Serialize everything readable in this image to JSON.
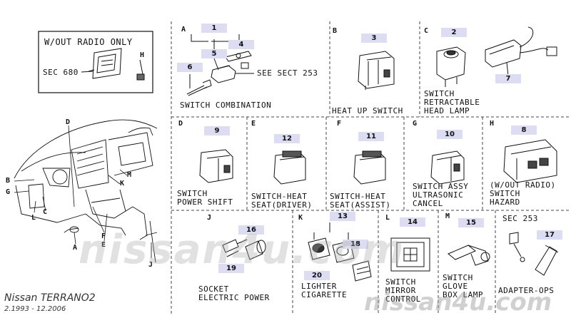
{
  "panels": {
    "radio": {
      "box_title": "W/OUT RADIO ONLY",
      "sec_ref": "SEC 680",
      "letter": "H"
    },
    "a": {
      "letter": "A",
      "nums": [
        "1",
        "5",
        "4",
        "6"
      ],
      "see": "SEE SECT 253",
      "title": "SWITCH COMBINATION"
    },
    "b": {
      "letter": "B",
      "num": "3",
      "title": "HEAT UP SWITCH"
    },
    "c": {
      "letter": "C",
      "nums": [
        "2",
        "7"
      ],
      "title": "SWITCH\nRETRACTABLE\nHEAD LAMP"
    },
    "d": {
      "letter": "D",
      "num": "9",
      "title": "SWITCH\nPOWER SHIFT"
    },
    "e": {
      "letter": "E",
      "num": "12",
      "title": "SWITCH-HEAT\nSEAT(DRIVER)"
    },
    "f": {
      "letter": "F",
      "num": "11",
      "title": "SWITCH-HEAT\nSEAT(ASSIST)"
    },
    "g": {
      "letter": "G",
      "num": "10",
      "title": "SWITCH ASSY\nULTRASONIC\nCANCEL"
    },
    "h": {
      "letter": "H",
      "num": "8",
      "title": "(W/OUT RADIO)\nSWITCH\nHAZARD"
    },
    "j": {
      "letter": "J",
      "nums": [
        "16",
        "19"
      ],
      "title": "SOCKET\nELECTRIC POWER"
    },
    "k": {
      "letter": "K",
      "nums": [
        "13",
        "18",
        "20"
      ],
      "title": "LIGHTER\nCIGARETTE"
    },
    "l": {
      "letter": "L",
      "num": "14",
      "title": "SWITCH\nMIRROR\nCONTROL"
    },
    "m": {
      "letter": "M",
      "num": "15",
      "title": "SWITCH\nGLOVE\nBOX LAMP"
    },
    "adapter": {
      "sec_ref": "SEC 253",
      "num": "17",
      "title": "ADAPTER-OPS"
    }
  },
  "dash_callouts": [
    "D",
    "B",
    "G",
    "L",
    "C",
    "F",
    "E",
    "K",
    "M",
    "A",
    "J"
  ],
  "footer": {
    "brand": "Nissan TERRANO2",
    "dates": "2.1993 - 12.2006"
  },
  "watermark": {
    "center": "nissan4u.com",
    "bottom": "nissan4u.com"
  },
  "colors": {
    "highlight": "#dcdcf2",
    "line": "#111111"
  }
}
